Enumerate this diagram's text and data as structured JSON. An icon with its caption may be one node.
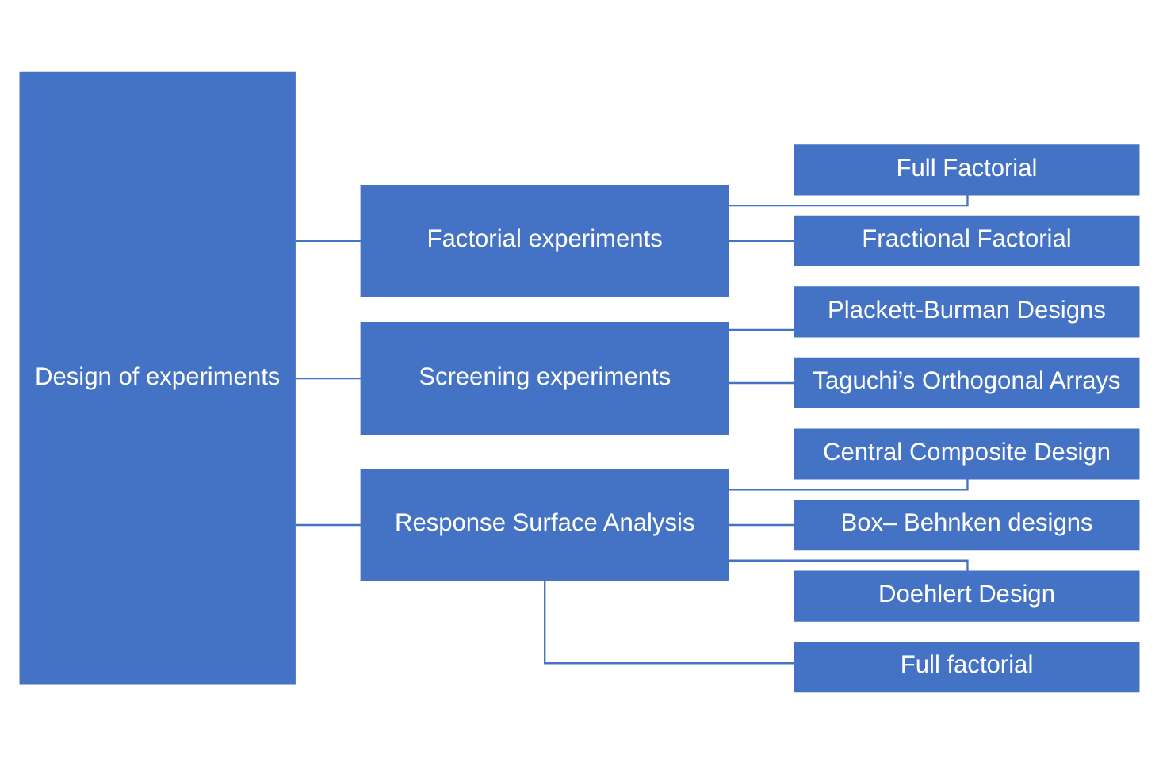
{
  "diagram": {
    "nodes": [
      {
        "text": [
          "Design of experiments"
        ]
      },
      {
        "text": [
          "Factorial experiments"
        ]
      },
      {
        "text": [
          "Screening experiments"
        ]
      },
      {
        "text": [
          "Response Surface Analysis"
        ]
      },
      {
        "text": [
          "Full Factorial"
        ]
      },
      {
        "text": [
          "Fractional Factorial"
        ]
      },
      {
        "text": [
          "Plackett-Burman Designs"
        ]
      },
      {
        "text": [
          "Taguchi’s Orthogonal Arrays"
        ]
      },
      {
        "text": [
          "Central Composite Design"
        ]
      },
      {
        "text": [
          "Box– Behnken designs"
        ]
      },
      {
        "text": [
          "Doehlert Design"
        ]
      },
      {
        "text": [
          "Full factorial"
        ]
      }
    ],
    "edges": [
      {
        "from": 0,
        "to": 1,
        "arrow": "none"
      },
      {
        "from": 0,
        "to": 2,
        "arrow": "none"
      },
      {
        "from": 0,
        "to": 3,
        "arrow": "none"
      },
      {
        "from": 1,
        "to": 4,
        "arrow": "none"
      },
      {
        "from": 1,
        "to": 5,
        "arrow": "none"
      },
      {
        "from": 2,
        "to": 6,
        "arrow": "none"
      },
      {
        "from": 2,
        "to": 7,
        "arrow": "none"
      },
      {
        "from": 3,
        "to": 8,
        "arrow": "none"
      },
      {
        "from": 3,
        "to": 9,
        "arrow": "none"
      },
      {
        "from": 3,
        "to": 10,
        "arrow": "none"
      },
      {
        "from": 3,
        "to": 11,
        "arrow": "none"
      }
    ]
  }
}
